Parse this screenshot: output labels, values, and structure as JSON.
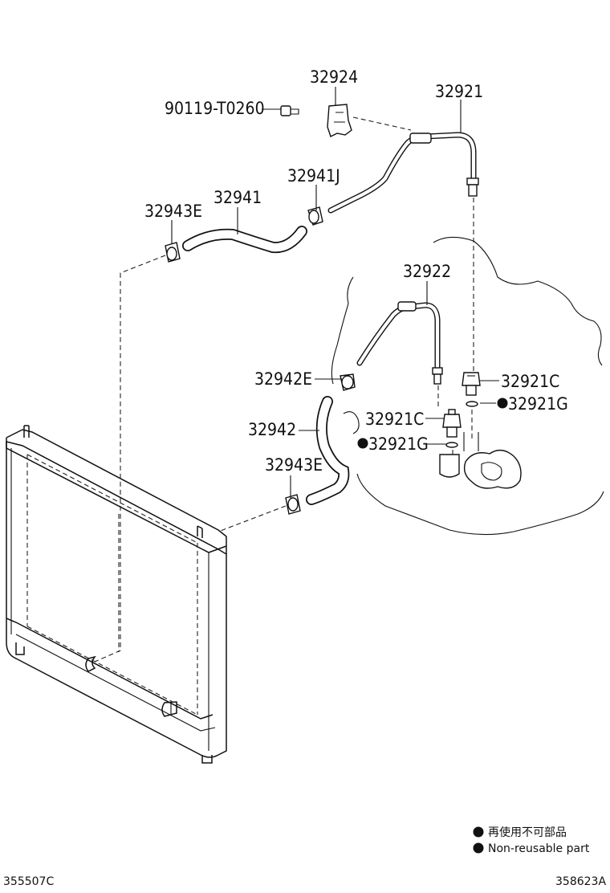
{
  "labels": {
    "p32924": "32924",
    "p32921": "32921",
    "p90119": "90119-T0260",
    "p32941J": "32941J",
    "p32943E_top": "32943E",
    "p32941": "32941",
    "p32922": "32922",
    "p32942E": "32942E",
    "p32921C_right": "32921C",
    "p32921G_right": "32921G",
    "p32921C_left": "32921C",
    "p32921G_left": "32921G",
    "p32942": "32942",
    "p32943E_bottom": "32943E"
  },
  "legend": {
    "japanese": "再使用不可部品",
    "english": "Non-reusable part"
  },
  "codes": {
    "left": "355507C",
    "right": "358623A"
  }
}
